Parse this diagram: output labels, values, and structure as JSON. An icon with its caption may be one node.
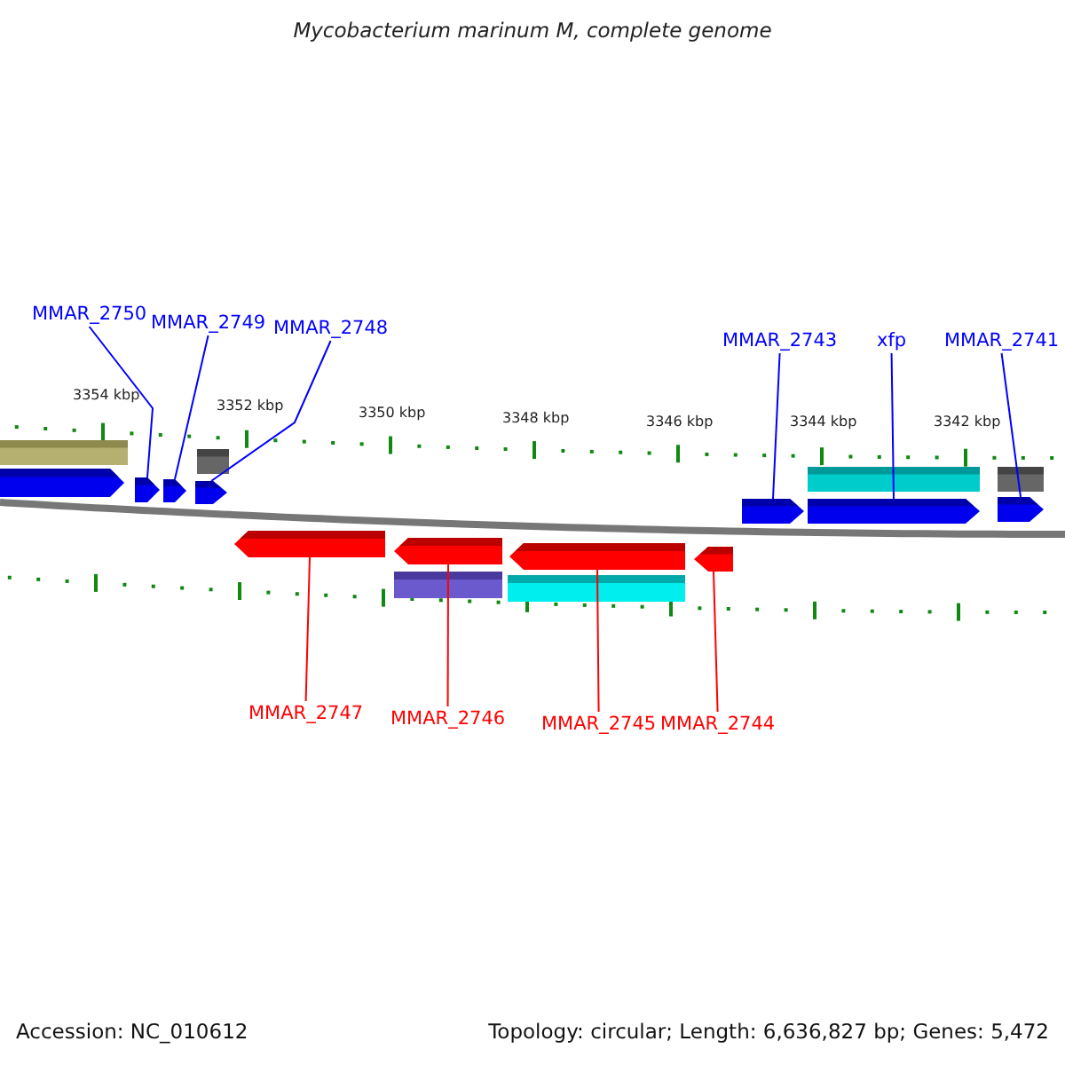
{
  "diagram": {
    "title": "Mycobacterium marinum M, complete genome",
    "nodes": [
      {
        "text": [
          "MMAR_2750"
        ]
      },
      {
        "text": [
          "MMAR_2749"
        ]
      },
      {
        "text": [
          "MMAR_2748"
        ]
      },
      {
        "text": [
          "MMAR_2743"
        ]
      },
      {
        "text": [
          "xfp"
        ]
      },
      {
        "text": [
          "MMAR_2741"
        ]
      },
      {
        "text": [],
        "shape": "arrow"
      },
      {
        "text": [],
        "shape": "arrow"
      },
      {
        "text": [],
        "shape": "arrow"
      },
      {
        "text": [],
        "shape": "arrow"
      },
      {
        "text": [],
        "shape": "arrow"
      },
      {
        "text": [],
        "shape": "arrow"
      },
      {
        "text": [],
        "shape": "arrow"
      },
      {
        "text": [],
        "shape": "arrow"
      },
      {
        "text": [],
        "shape": "arrow"
      },
      {
        "text": [],
        "shape": "arrow"
      },
      {
        "text": [
          "MMAR_2747"
        ]
      },
      {
        "text": [
          "MMAR_2746"
        ]
      },
      {
        "text": [
          "MMAR_2745"
        ]
      },
      {
        "text": [
          "MMAR_2744"
        ]
      }
    ],
    "edges": [
      {
        "from": 0,
        "to": 6,
        "arrow": "none"
      },
      {
        "from": 1,
        "to": 7,
        "arrow": "none"
      },
      {
        "from": 2,
        "to": 8,
        "arrow": "none"
      },
      {
        "from": 3,
        "to": 9,
        "arrow": "none"
      },
      {
        "from": 4,
        "to": 10,
        "arrow": "none"
      },
      {
        "from": 5,
        "to": 11,
        "arrow": "none"
      },
      {
        "from": 16,
        "to": 12,
        "arrow": "none",
        "color": "#ff0000"
      },
      {
        "from": 17,
        "to": 13,
        "arrow": "none",
        "color": "#ff0000"
      },
      {
        "from": 18,
        "to": 14,
        "arrow": "none",
        "color": "#ff0000"
      },
      {
        "from": 19,
        "to": 15,
        "arrow": "none",
        "color": "#ff0000"
      }
    ],
    "labels": [
      "3354 kbp",
      "3352 kbp",
      "3350 kbp",
      "3348 kbp",
      "3346 kbp",
      "3344 kbp",
      "3342 kbp",
      "Accession: NC_010612",
      "Topology: circular; Length: 6,636,827 bp; Genes: 5,472"
    ]
  }
}
